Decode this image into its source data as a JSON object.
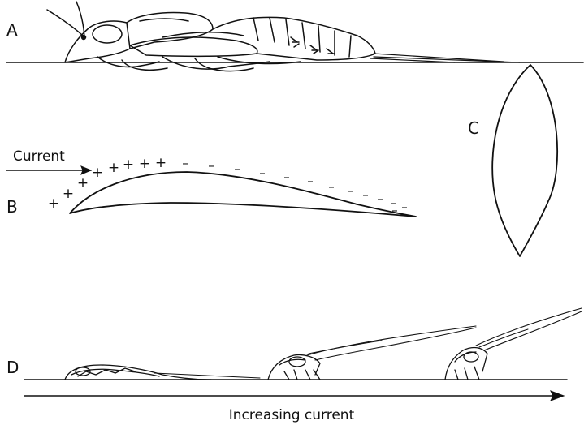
{
  "panels": {
    "a": {
      "label": "A"
    },
    "b": {
      "label": "B",
      "current_label": "Current",
      "plus_signs": [
        "+",
        "+",
        "+",
        "+",
        "+",
        "+",
        "+",
        "+"
      ],
      "minus_signs": [
        "–",
        "–",
        "–",
        "–",
        "–",
        "–",
        "–",
        "–",
        "–",
        "–",
        "–",
        "–",
        "–"
      ]
    },
    "c": {
      "label": "C"
    },
    "d": {
      "label": "D",
      "axis_label": "Increasing current"
    }
  }
}
